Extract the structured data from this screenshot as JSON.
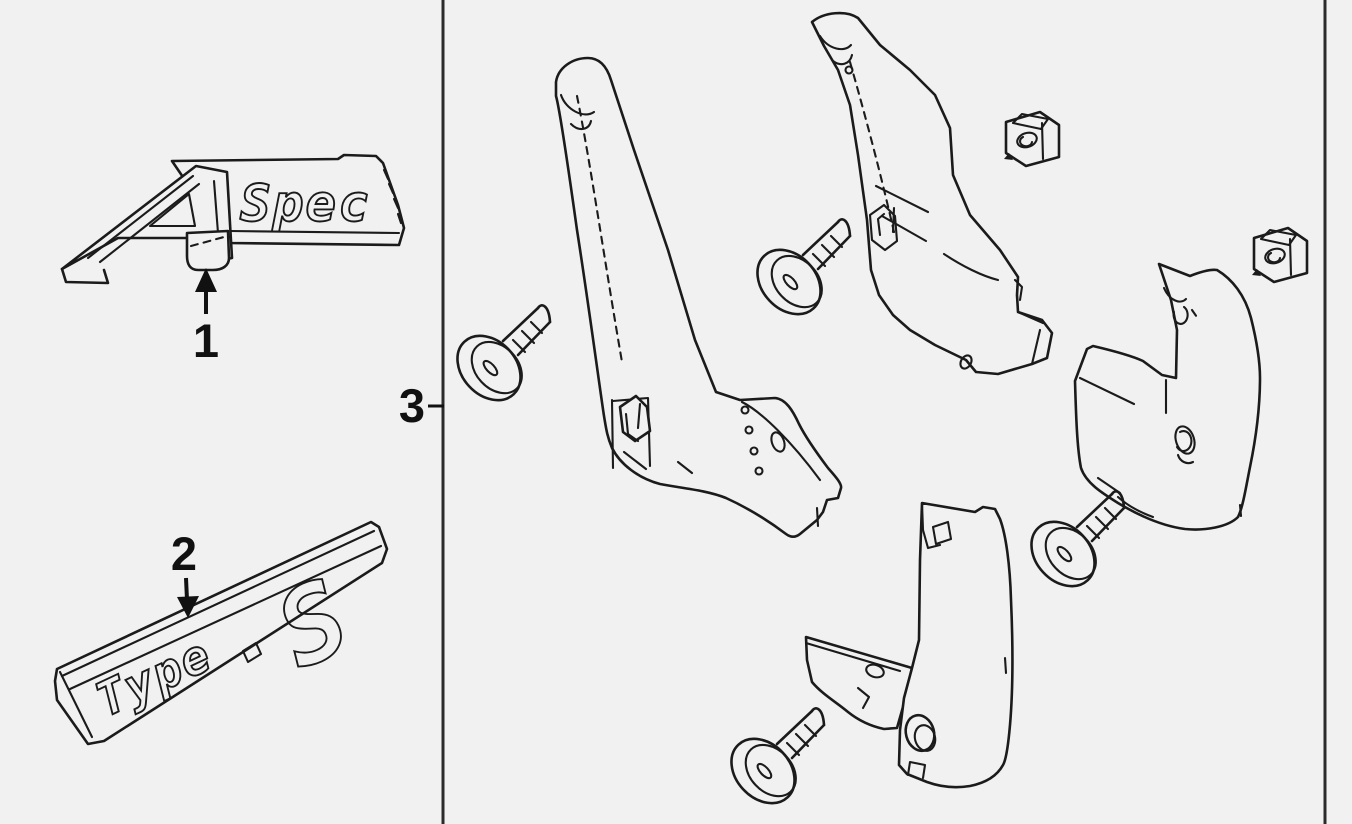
{
  "window": {
    "background": "#f1f1f1",
    "ink": "#1b1b1b",
    "divider": "#2b2b2b"
  },
  "callouts": {
    "one": {
      "number": "1"
    },
    "two": {
      "number": "2"
    },
    "three": {
      "number": "3"
    }
  },
  "emblems": {
    "a_spec": {
      "full_text": "A Spec",
      "script": "Spec"
    },
    "type_s": {
      "full_text": "Type S",
      "script": "Type",
      "letter": "S"
    }
  }
}
